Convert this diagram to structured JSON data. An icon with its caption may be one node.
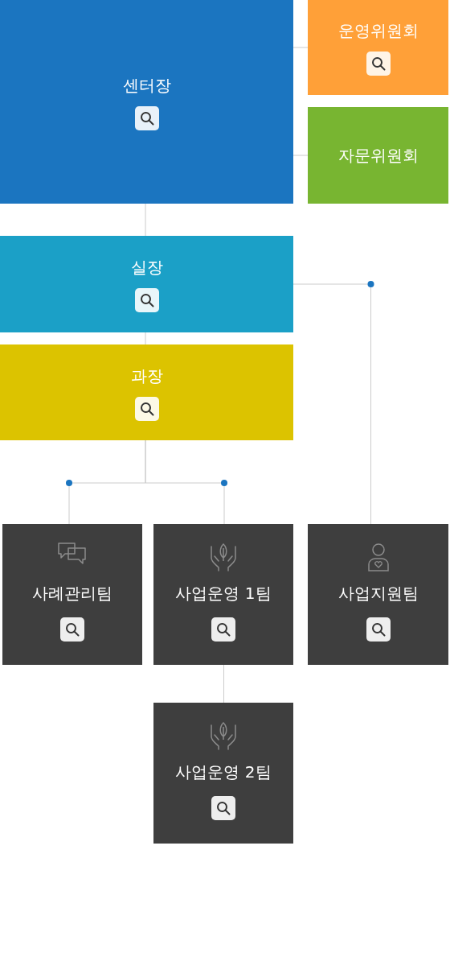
{
  "diagram": {
    "nodes": [
      {
        "text": [
          "센터장"
        ]
      },
      {
        "text": [
          "운영위원회"
        ]
      },
      {
        "text": [
          "자문위원회"
        ]
      },
      {
        "text": [
          "실장"
        ]
      },
      {
        "text": [
          "과장"
        ]
      },
      {
        "text": [
          "사례관리팀"
        ]
      },
      {
        "text": [
          "사업운영 1팀"
        ]
      },
      {
        "text": [
          "사업지원팀"
        ]
      },
      {
        "text": [
          "사업운영 2팀"
        ]
      }
    ],
    "edges": [
      {
        "from": 0,
        "to": 1,
        "arrow": "none"
      },
      {
        "from": 0,
        "to": 2,
        "arrow": "none"
      },
      {
        "from": 0,
        "to": 3,
        "arrow": "none"
      },
      {
        "from": 3,
        "to": 4,
        "arrow": "none"
      },
      {
        "from": 3,
        "to": 7,
        "arrow": "none"
      },
      {
        "from": 4,
        "to": 5,
        "arrow": "none"
      },
      {
        "from": 4,
        "to": 6,
        "arrow": "none"
      },
      {
        "from": 6,
        "to": 8,
        "arrow": "none"
      }
    ]
  }
}
